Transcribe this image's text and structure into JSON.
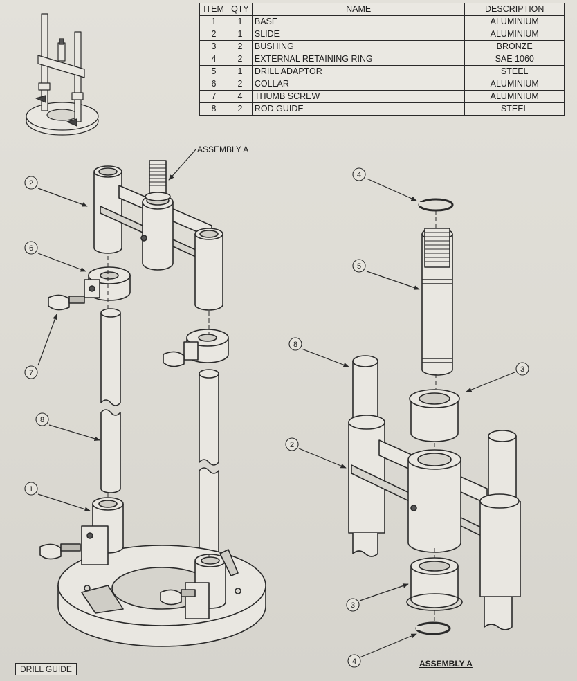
{
  "parts_table": {
    "headers": {
      "item": "ITEM",
      "qty": "QTY",
      "name": "NAME",
      "description": "DESCRIPTION"
    },
    "rows": [
      {
        "item": "1",
        "qty": "1",
        "name": "BASE",
        "description": "ALUMINIUM"
      },
      {
        "item": "2",
        "qty": "1",
        "name": "SLIDE",
        "description": "ALUMINIUM"
      },
      {
        "item": "3",
        "qty": "2",
        "name": "BUSHING",
        "description": "BRONZE"
      },
      {
        "item": "4",
        "qty": "2",
        "name": "EXTERNAL RETAINING RING",
        "description": "SAE 1060"
      },
      {
        "item": "5",
        "qty": "1",
        "name": "DRILL ADAPTOR",
        "description": "STEEL"
      },
      {
        "item": "6",
        "qty": "2",
        "name": "COLLAR",
        "description": "ALUMINIUM"
      },
      {
        "item": "7",
        "qty": "4",
        "name": "THUMB SCREW",
        "description": "ALUMINIUM"
      },
      {
        "item": "8",
        "qty": "2",
        "name": "ROD GUIDE",
        "description": "STEEL"
      }
    ]
  },
  "callouts": {
    "left_slide": "2",
    "left_collar": "6",
    "left_thumb_screw": "7",
    "left_rod_guide": "8",
    "left_base": "1",
    "right_ring_top": "4",
    "right_adaptor": "5",
    "right_rod_guide": "8",
    "right_bushing_top": "3",
    "right_slide": "2",
    "right_bushing_bottom": "3",
    "right_ring_bottom": "4"
  },
  "labels": {
    "assembly_ref": "ASSEMBLY A",
    "assembly_title": "ASSEMBLY A",
    "drawing_title": "DRILL GUIDE"
  },
  "colors": {
    "line": "#2a2a2a",
    "paper": "#e2e0d9"
  }
}
